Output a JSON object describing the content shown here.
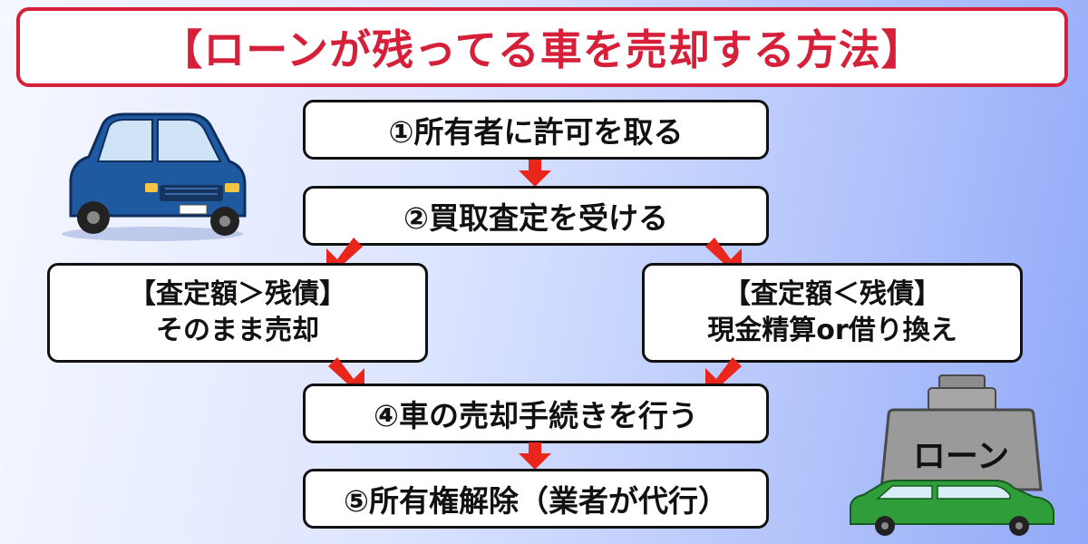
{
  "title": "【ローンが残ってる車を売却する方法】",
  "steps": {
    "step1": "①所有者に許可を取る",
    "step2": "②買取査定を受ける",
    "branch_left": {
      "line1": "【査定額＞残債】",
      "line2": "そのまま売却"
    },
    "branch_right": {
      "line1": "【査定額＜残債】",
      "line2": "現金精算or借り換え"
    },
    "step4": "④車の売却手続きを行う",
    "step5": "⑤所有権解除（業者が代行）"
  },
  "weight_label": "ローン",
  "colors": {
    "accent_red": "#d6203a",
    "arrow_red": "#e8261c",
    "car_blue": "#1f5aa0",
    "car_green": "#2f9e3a",
    "weight_gray": "#9a9a9a"
  },
  "icons": [
    "blue-car-icon",
    "loan-weight-icon",
    "green-car-icon",
    "down-arrow-icon",
    "diagonal-arrow-icon"
  ]
}
